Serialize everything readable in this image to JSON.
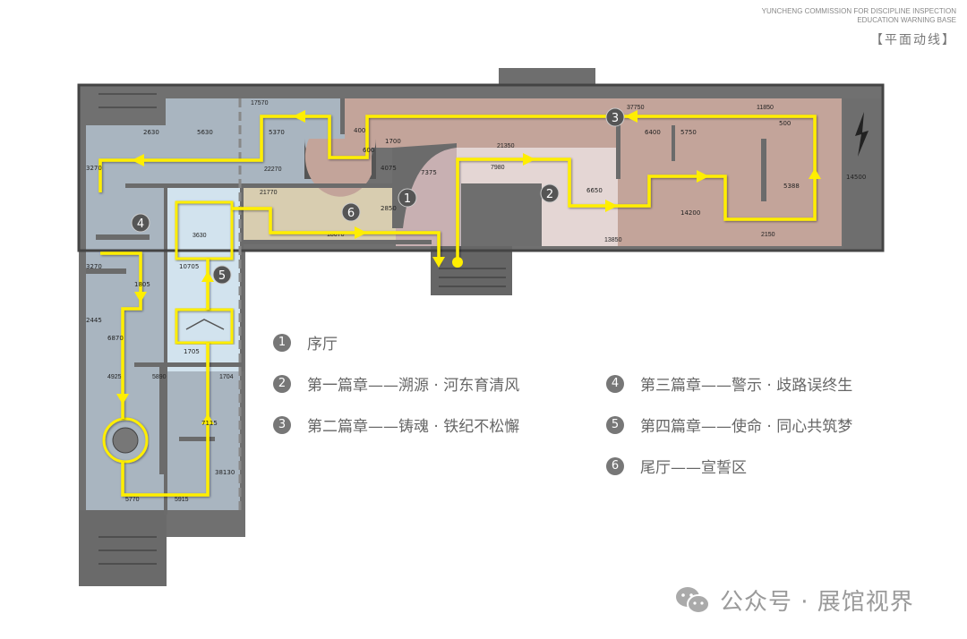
{
  "header": {
    "line1": "YUNCHENG COMMISSION FOR DISCIPLINE INSPECTION",
    "line2": "EDUCATION WARNING BASE",
    "section": "【平面动线】"
  },
  "legend": [
    {
      "num": "1",
      "label": "序厅"
    },
    {
      "num": "2",
      "label": "第一篇章——溯源 · 河东育清风"
    },
    {
      "num": "3",
      "label": "第二篇章——铸魂 · 铁纪不松懈"
    },
    {
      "num": "4",
      "label": "第三篇章——警示 · 歧路误终生"
    },
    {
      "num": "5",
      "label": "第四篇章——使命 · 同心共筑梦"
    },
    {
      "num": "6",
      "label": "尾厅——宣誓区"
    }
  ],
  "dimensions": [
    "17570",
    "5370",
    "5630",
    "2630",
    "3270",
    "22270",
    "400",
    "600",
    "1700",
    "4075",
    "7375",
    "21770",
    "2850",
    "18670",
    "3630",
    "10705",
    "1805",
    "3270",
    "37750",
    "11850",
    "21350",
    "7980",
    "6400",
    "5750",
    "6650",
    "500",
    "5388",
    "14500",
    "14200",
    "13850",
    "2150",
    "2445",
    "4925",
    "5890",
    "1704",
    "1705",
    "7115",
    "5770",
    "5915",
    "38130",
    "6870"
  ],
  "colors": {
    "path": "#ffee00",
    "wall": "#6b6b6b",
    "zone4": "#a9b5c0",
    "zone5": "#d2e3ee",
    "zone6": "#d8cdb0",
    "zone1": "#c8b0b2",
    "zone2": "#e4d6d4",
    "zone3": "#c3a49a"
  },
  "watermark": {
    "text": "公众号 · 展馆视界",
    "icon": "wechat-icon"
  }
}
